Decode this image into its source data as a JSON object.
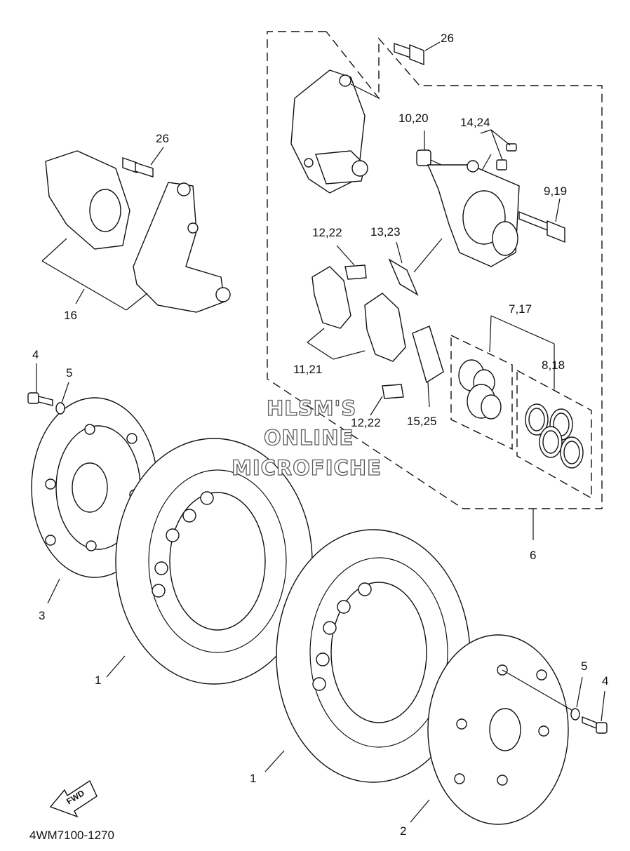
{
  "callouts": {
    "c1": "26",
    "c2": "10,20",
    "c3": "14,24",
    "c4": "9,19",
    "c5": "26",
    "c6": "12,22",
    "c7": "13,23",
    "c8": "16",
    "c9": "7,17",
    "c10": "8,18",
    "c11": "11,21",
    "c12": "4",
    "c13": "5",
    "c14": "12,22",
    "c15": "15,25",
    "c16": "6",
    "c17": "3",
    "c18": "1",
    "c19": "5",
    "c20": "4",
    "c21": "1",
    "c22": "2"
  },
  "watermark": {
    "line1": "HLSM'S",
    "line2": "ONLINE",
    "line3": "MICROFICHE"
  },
  "fwd_label": "FWD",
  "diagram_code": "4WM7100-1270"
}
